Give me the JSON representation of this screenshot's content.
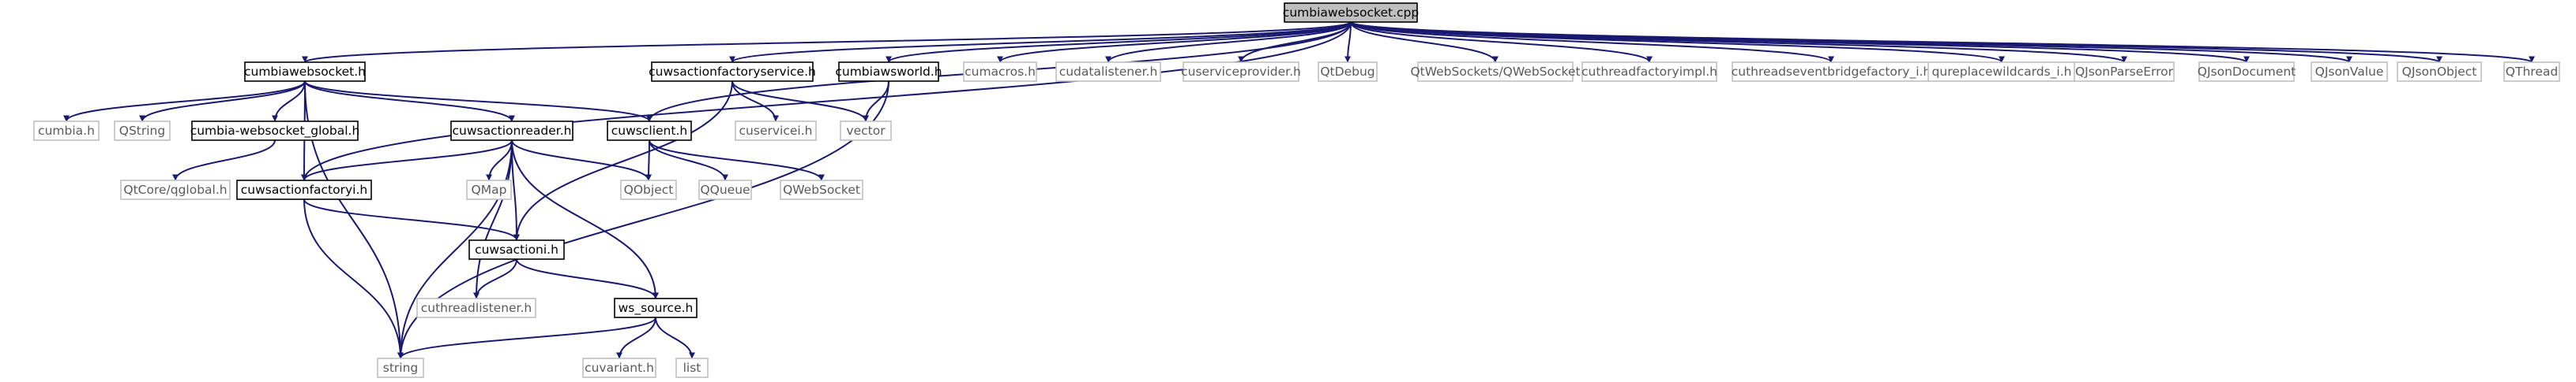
{
  "graph": {
    "edge_color": "#191970",
    "main_fill": "#bfbfbf",
    "nodes": [
      {
        "id": "n_main",
        "label": "cumbiawebsocket.cpp",
        "kind": "main"
      },
      {
        "id": "n_cws_h",
        "label": "cumbiawebsocket.h",
        "kind": "local"
      },
      {
        "id": "n_factsvc",
        "label": "cuwsactionfactoryservice.h",
        "kind": "local"
      },
      {
        "id": "n_world",
        "label": "cumbiawsworld.h",
        "kind": "local"
      },
      {
        "id": "n_cumacros",
        "label": "cumacros.h",
        "kind": "system"
      },
      {
        "id": "n_cudatal",
        "label": "cudatalistener.h",
        "kind": "system"
      },
      {
        "id": "n_cusvcprov",
        "label": "cuserviceprovider.h",
        "kind": "system"
      },
      {
        "id": "n_qtdebug",
        "label": "QtDebug",
        "kind": "system"
      },
      {
        "id": "n_qtws",
        "label": "QtWebSockets/QWebSocket",
        "kind": "system"
      },
      {
        "id": "n_cuthfact",
        "label": "cuthreadfactoryimpl.h",
        "kind": "system"
      },
      {
        "id": "n_cuthevb",
        "label": "cuthreadseventbridgefactory_i.h",
        "kind": "system"
      },
      {
        "id": "n_qureplace",
        "label": "qureplacewildcards_i.h",
        "kind": "system"
      },
      {
        "id": "n_qjpe",
        "label": "QJsonParseError",
        "kind": "system"
      },
      {
        "id": "n_qjdoc",
        "label": "QJsonDocument",
        "kind": "system"
      },
      {
        "id": "n_qjval",
        "label": "QJsonValue",
        "kind": "system"
      },
      {
        "id": "n_qjobj",
        "label": "QJsonObject",
        "kind": "system"
      },
      {
        "id": "n_qthread",
        "label": "QThread",
        "kind": "system"
      },
      {
        "id": "n_cumbia",
        "label": "cumbia.h",
        "kind": "system"
      },
      {
        "id": "n_qstring",
        "label": "QString",
        "kind": "system"
      },
      {
        "id": "n_global",
        "label": "cumbia-websocket_global.h",
        "kind": "local"
      },
      {
        "id": "n_reader",
        "label": "cuwsactionreader.h",
        "kind": "local"
      },
      {
        "id": "n_client",
        "label": "cuwsclient.h",
        "kind": "local"
      },
      {
        "id": "n_cuservicei",
        "label": "cuservicei.h",
        "kind": "system"
      },
      {
        "id": "n_vector",
        "label": "vector",
        "kind": "system"
      },
      {
        "id": "n_qtglobal",
        "label": "QtCore/qglobal.h",
        "kind": "system"
      },
      {
        "id": "n_factoryi",
        "label": "cuwsactionfactoryi.h",
        "kind": "local"
      },
      {
        "id": "n_qmap",
        "label": "QMap",
        "kind": "system"
      },
      {
        "id": "n_qobject",
        "label": "QObject",
        "kind": "system"
      },
      {
        "id": "n_qqueue",
        "label": "QQueue",
        "kind": "system"
      },
      {
        "id": "n_qwebsocket",
        "label": "QWebSocket",
        "kind": "system"
      },
      {
        "id": "n_actioni",
        "label": "cuwsactioni.h",
        "kind": "local"
      },
      {
        "id": "n_cuthl",
        "label": "cuthreadlistener.h",
        "kind": "system"
      },
      {
        "id": "n_wssrc",
        "label": "ws_source.h",
        "kind": "local"
      },
      {
        "id": "n_string",
        "label": "string",
        "kind": "system"
      },
      {
        "id": "n_cuvariant",
        "label": "cuvariant.h",
        "kind": "system"
      },
      {
        "id": "n_list",
        "label": "list",
        "kind": "system"
      }
    ],
    "edges": [
      [
        "n_main",
        "n_cws_h"
      ],
      [
        "n_main",
        "n_factsvc"
      ],
      [
        "n_main",
        "n_world"
      ],
      [
        "n_main",
        "n_cumacros"
      ],
      [
        "n_main",
        "n_cudatal"
      ],
      [
        "n_main",
        "n_cusvcprov"
      ],
      [
        "n_main",
        "n_qtdebug"
      ],
      [
        "n_main",
        "n_qtws"
      ],
      [
        "n_main",
        "n_cuthfact"
      ],
      [
        "n_main",
        "n_cuthevb"
      ],
      [
        "n_main",
        "n_qureplace"
      ],
      [
        "n_main",
        "n_qjpe"
      ],
      [
        "n_main",
        "n_qjdoc"
      ],
      [
        "n_main",
        "n_qjval"
      ],
      [
        "n_main",
        "n_qjobj"
      ],
      [
        "n_main",
        "n_qthread"
      ],
      [
        "n_main",
        "n_factoryi"
      ],
      [
        "n_main",
        "n_client"
      ],
      [
        "n_cws_h",
        "n_cumbia"
      ],
      [
        "n_cws_h",
        "n_qstring"
      ],
      [
        "n_cws_h",
        "n_global"
      ],
      [
        "n_cws_h",
        "n_reader"
      ],
      [
        "n_cws_h",
        "n_client"
      ],
      [
        "n_cws_h",
        "n_factoryi"
      ],
      [
        "n_cws_h",
        "n_string"
      ],
      [
        "n_factsvc",
        "n_cuservicei"
      ],
      [
        "n_factsvc",
        "n_vector"
      ],
      [
        "n_factsvc",
        "n_actioni"
      ],
      [
        "n_world",
        "n_vector"
      ],
      [
        "n_world",
        "n_string"
      ],
      [
        "n_global",
        "n_qtglobal"
      ],
      [
        "n_reader",
        "n_qmap"
      ],
      [
        "n_reader",
        "n_qobject"
      ],
      [
        "n_reader",
        "n_factoryi"
      ],
      [
        "n_reader",
        "n_actioni"
      ],
      [
        "n_reader",
        "n_cuthl"
      ],
      [
        "n_reader",
        "n_wssrc"
      ],
      [
        "n_reader",
        "n_string"
      ],
      [
        "n_client",
        "n_qobject"
      ],
      [
        "n_client",
        "n_qqueue"
      ],
      [
        "n_client",
        "n_qwebsocket"
      ],
      [
        "n_factoryi",
        "n_actioni"
      ],
      [
        "n_factoryi",
        "n_string"
      ],
      [
        "n_actioni",
        "n_cuthl"
      ],
      [
        "n_actioni",
        "n_wssrc"
      ],
      [
        "n_wssrc",
        "n_string"
      ],
      [
        "n_wssrc",
        "n_cuvariant"
      ],
      [
        "n_wssrc",
        "n_list"
      ]
    ]
  }
}
